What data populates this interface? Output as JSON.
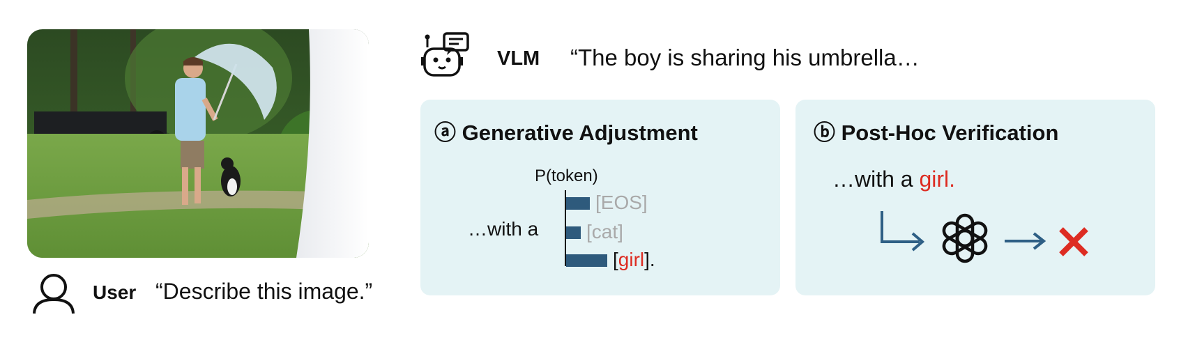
{
  "user": {
    "label": "User",
    "quote": "“Describe this image.”"
  },
  "vlm": {
    "label": "VLM",
    "quote": "“The boy is sharing his umbrella…"
  },
  "panel_a": {
    "marker": "ⓐ",
    "title": "Generative Adjustment",
    "axis_label": "P(token)",
    "prefix": "…with a",
    "tokens": [
      {
        "text": "[EOS]",
        "value": 0.26
      },
      {
        "text": "[cat]",
        "value": 0.16
      },
      {
        "open": "[",
        "word": "girl",
        "close": "].",
        "value": 0.45
      }
    ]
  },
  "panel_b": {
    "marker": "ⓑ",
    "title": "Post-Hoc Verification",
    "text_prefix": "…with a ",
    "text_word": "girl."
  },
  "colors": {
    "panel_bg": "#e4f3f5",
    "bar": "#2e5a7c",
    "arrow": "#2e5f85",
    "highlight": "#dd2c22",
    "muted": "#a9a9a9"
  },
  "icons": {
    "user": "person-outline-icon",
    "vlm": "robot-chat-icon",
    "verifier": "openai-knot-icon",
    "reject": "red-x-icon"
  }
}
